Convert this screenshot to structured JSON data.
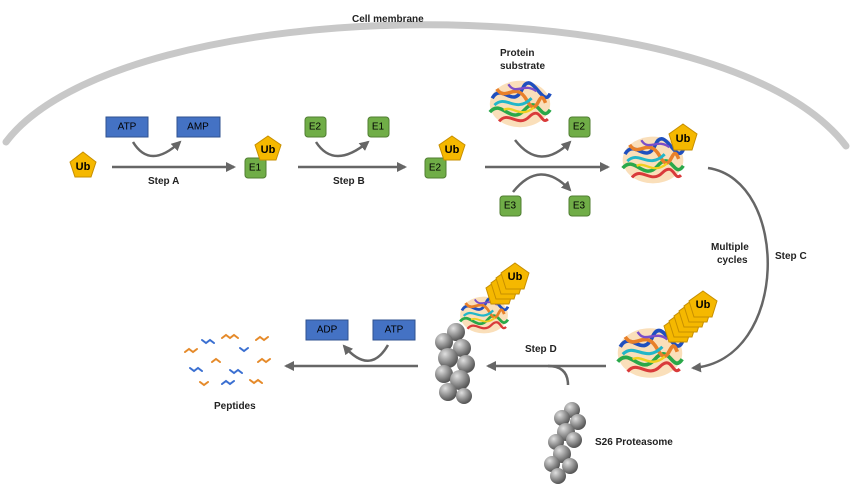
{
  "labels": {
    "cell_membrane": "Cell membrane",
    "protein_substrate_line1": "Protein",
    "protein_substrate_line2": "substrate",
    "step_a": "Step A",
    "step_b": "Step B",
    "step_c": "Step C",
    "step_d": "Step D",
    "multiple_cycles_line1": "Multiple",
    "multiple_cycles_line2": "cycles",
    "peptides": "Peptides",
    "proteasome": "S26 Proteasome"
  },
  "molecules": {
    "ub": "Ub",
    "atp": "ATP",
    "amp": "AMP",
    "adp": "ADP",
    "e1": "E1",
    "e2": "E2",
    "e3": "E3"
  },
  "colors": {
    "membrane": "#c8c8c8",
    "arrow": "#666666",
    "ub_fill": "#f5b800",
    "ub_stroke": "#c78f00",
    "atp_box": "#4472c4",
    "enzyme_box": "#70ad47",
    "proteasome": "#8c8c8c"
  }
}
